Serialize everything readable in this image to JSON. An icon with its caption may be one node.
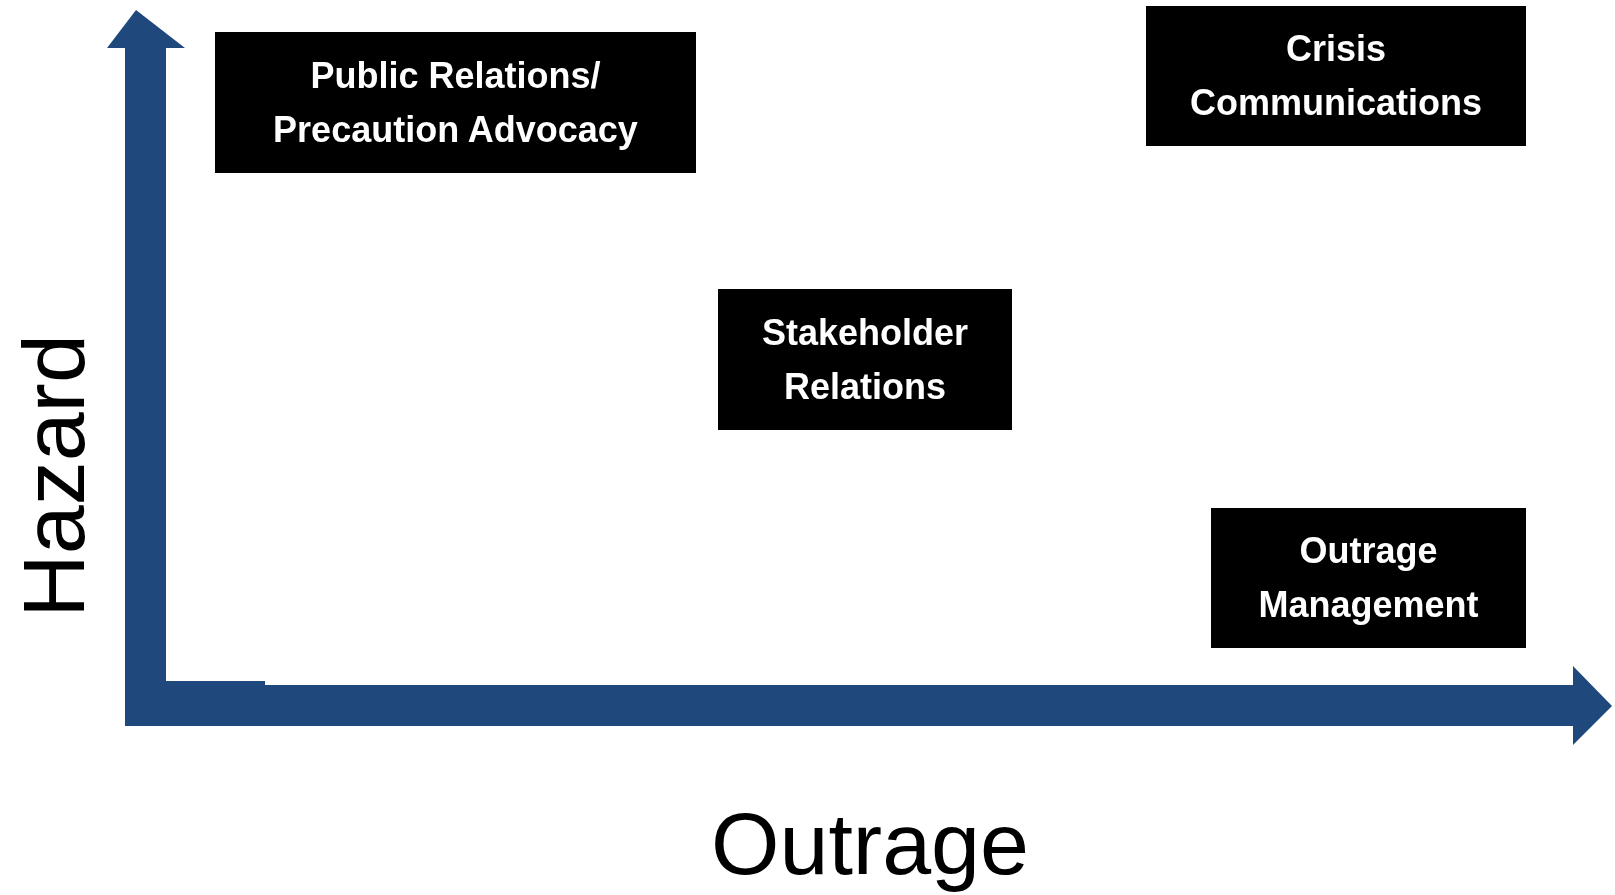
{
  "diagram": {
    "nodes": [
      {
        "text": [
          "Public Relations/ Precaution Advocacy"
        ]
      },
      {
        "text": [
          "Crisis Communications"
        ]
      },
      {
        "text": [
          "Stakeholder Relations"
        ]
      },
      {
        "text": [
          "Outrage Management"
        ]
      }
    ],
    "labels": [
      "Hazard",
      "Outrage"
    ]
  }
}
